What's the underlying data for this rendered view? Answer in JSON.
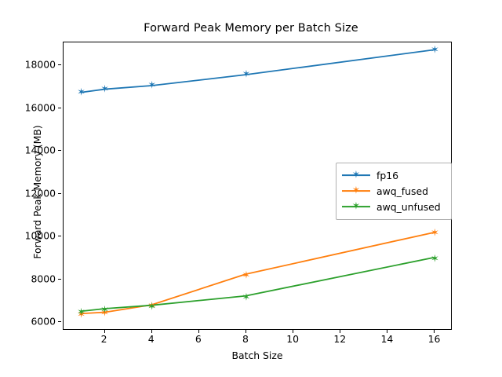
{
  "chart_data": {
    "type": "line",
    "title": "Forward Peak Memory per Batch Size",
    "xlabel": "Batch Size",
    "ylabel": "Forward Peak Memory (MB)",
    "x": [
      1,
      2,
      4,
      8,
      16
    ],
    "xlim": [
      0.25,
      16.75
    ],
    "ylim": [
      5600,
      19080
    ],
    "xticks": [
      2,
      4,
      6,
      8,
      10,
      12,
      14,
      16
    ],
    "yticks": [
      6000,
      8000,
      10000,
      12000,
      14000,
      16000,
      18000
    ],
    "xticklabels": [
      "2",
      "4",
      "6",
      "8",
      "10",
      "12",
      "14",
      "16"
    ],
    "yticklabels": [
      "6000",
      "8000",
      "10000",
      "12000",
      "14000",
      "16000",
      "18000"
    ],
    "grid": false,
    "legend_position": "center right",
    "marker": "star",
    "series": [
      {
        "name": "fp16",
        "color": "#1f77b4",
        "values": [
          16730,
          16880,
          17050,
          17560,
          18730
        ]
      },
      {
        "name": "awq_fused",
        "color": "#ff7f0e",
        "values": [
          6330,
          6390,
          6740,
          8180,
          10140
        ]
      },
      {
        "name": "awq_unfused",
        "color": "#2ca02c",
        "values": [
          6440,
          6560,
          6720,
          7160,
          8960
        ]
      }
    ]
  },
  "legend": {
    "items": [
      {
        "label": "fp16"
      },
      {
        "label": "awq_fused"
      },
      {
        "label": "awq_unfused"
      }
    ]
  }
}
